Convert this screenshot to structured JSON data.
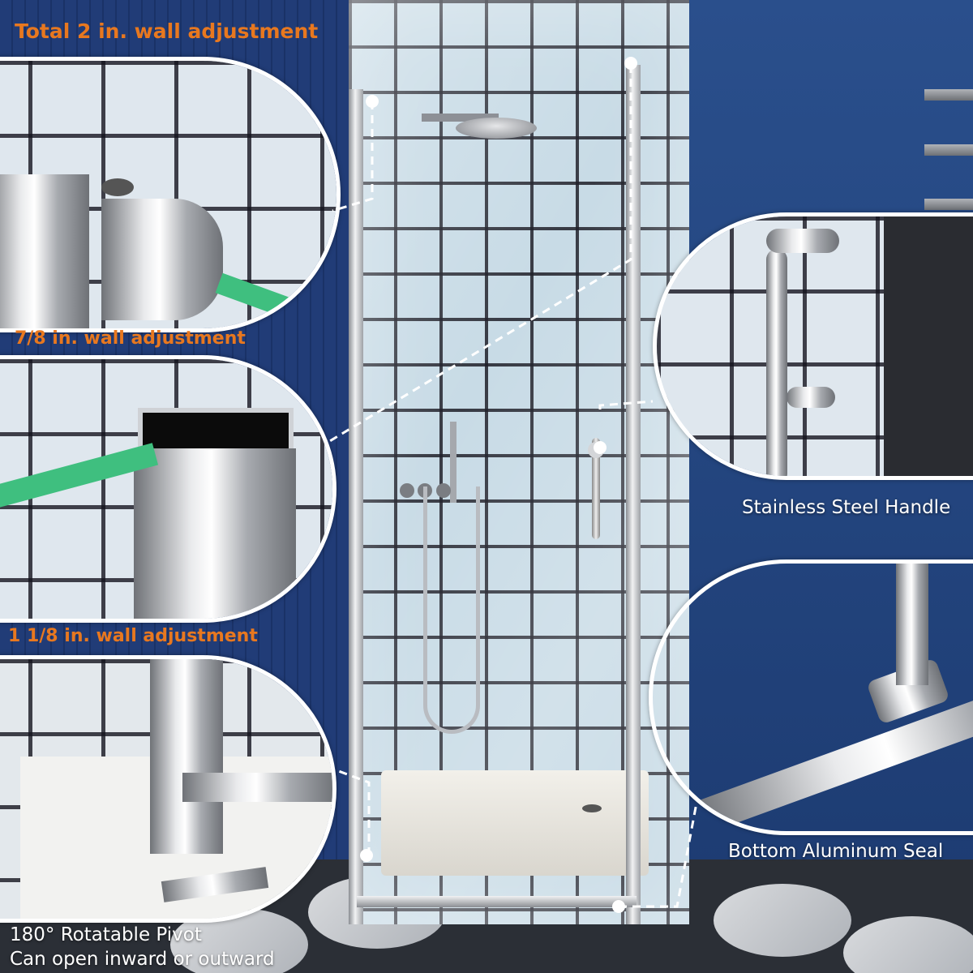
{
  "labels": {
    "total_adjustment": "Total 2 in. wall adjustment",
    "adjust_7_8": "7/8 in. wall adjustment",
    "adjust_1_1_8": "1 1/8 in. wall adjustment",
    "pivot_line1": "180°  Rotatable Pivot",
    "pivot_line2": "Can open inward or outward",
    "handle": "Stainless Steel Handle",
    "seal": "Bottom Aluminum Seal"
  },
  "colors": {
    "accent_orange": "#e8781f",
    "wall_blue": "#1f3b73",
    "label_white": "#ffffff"
  }
}
